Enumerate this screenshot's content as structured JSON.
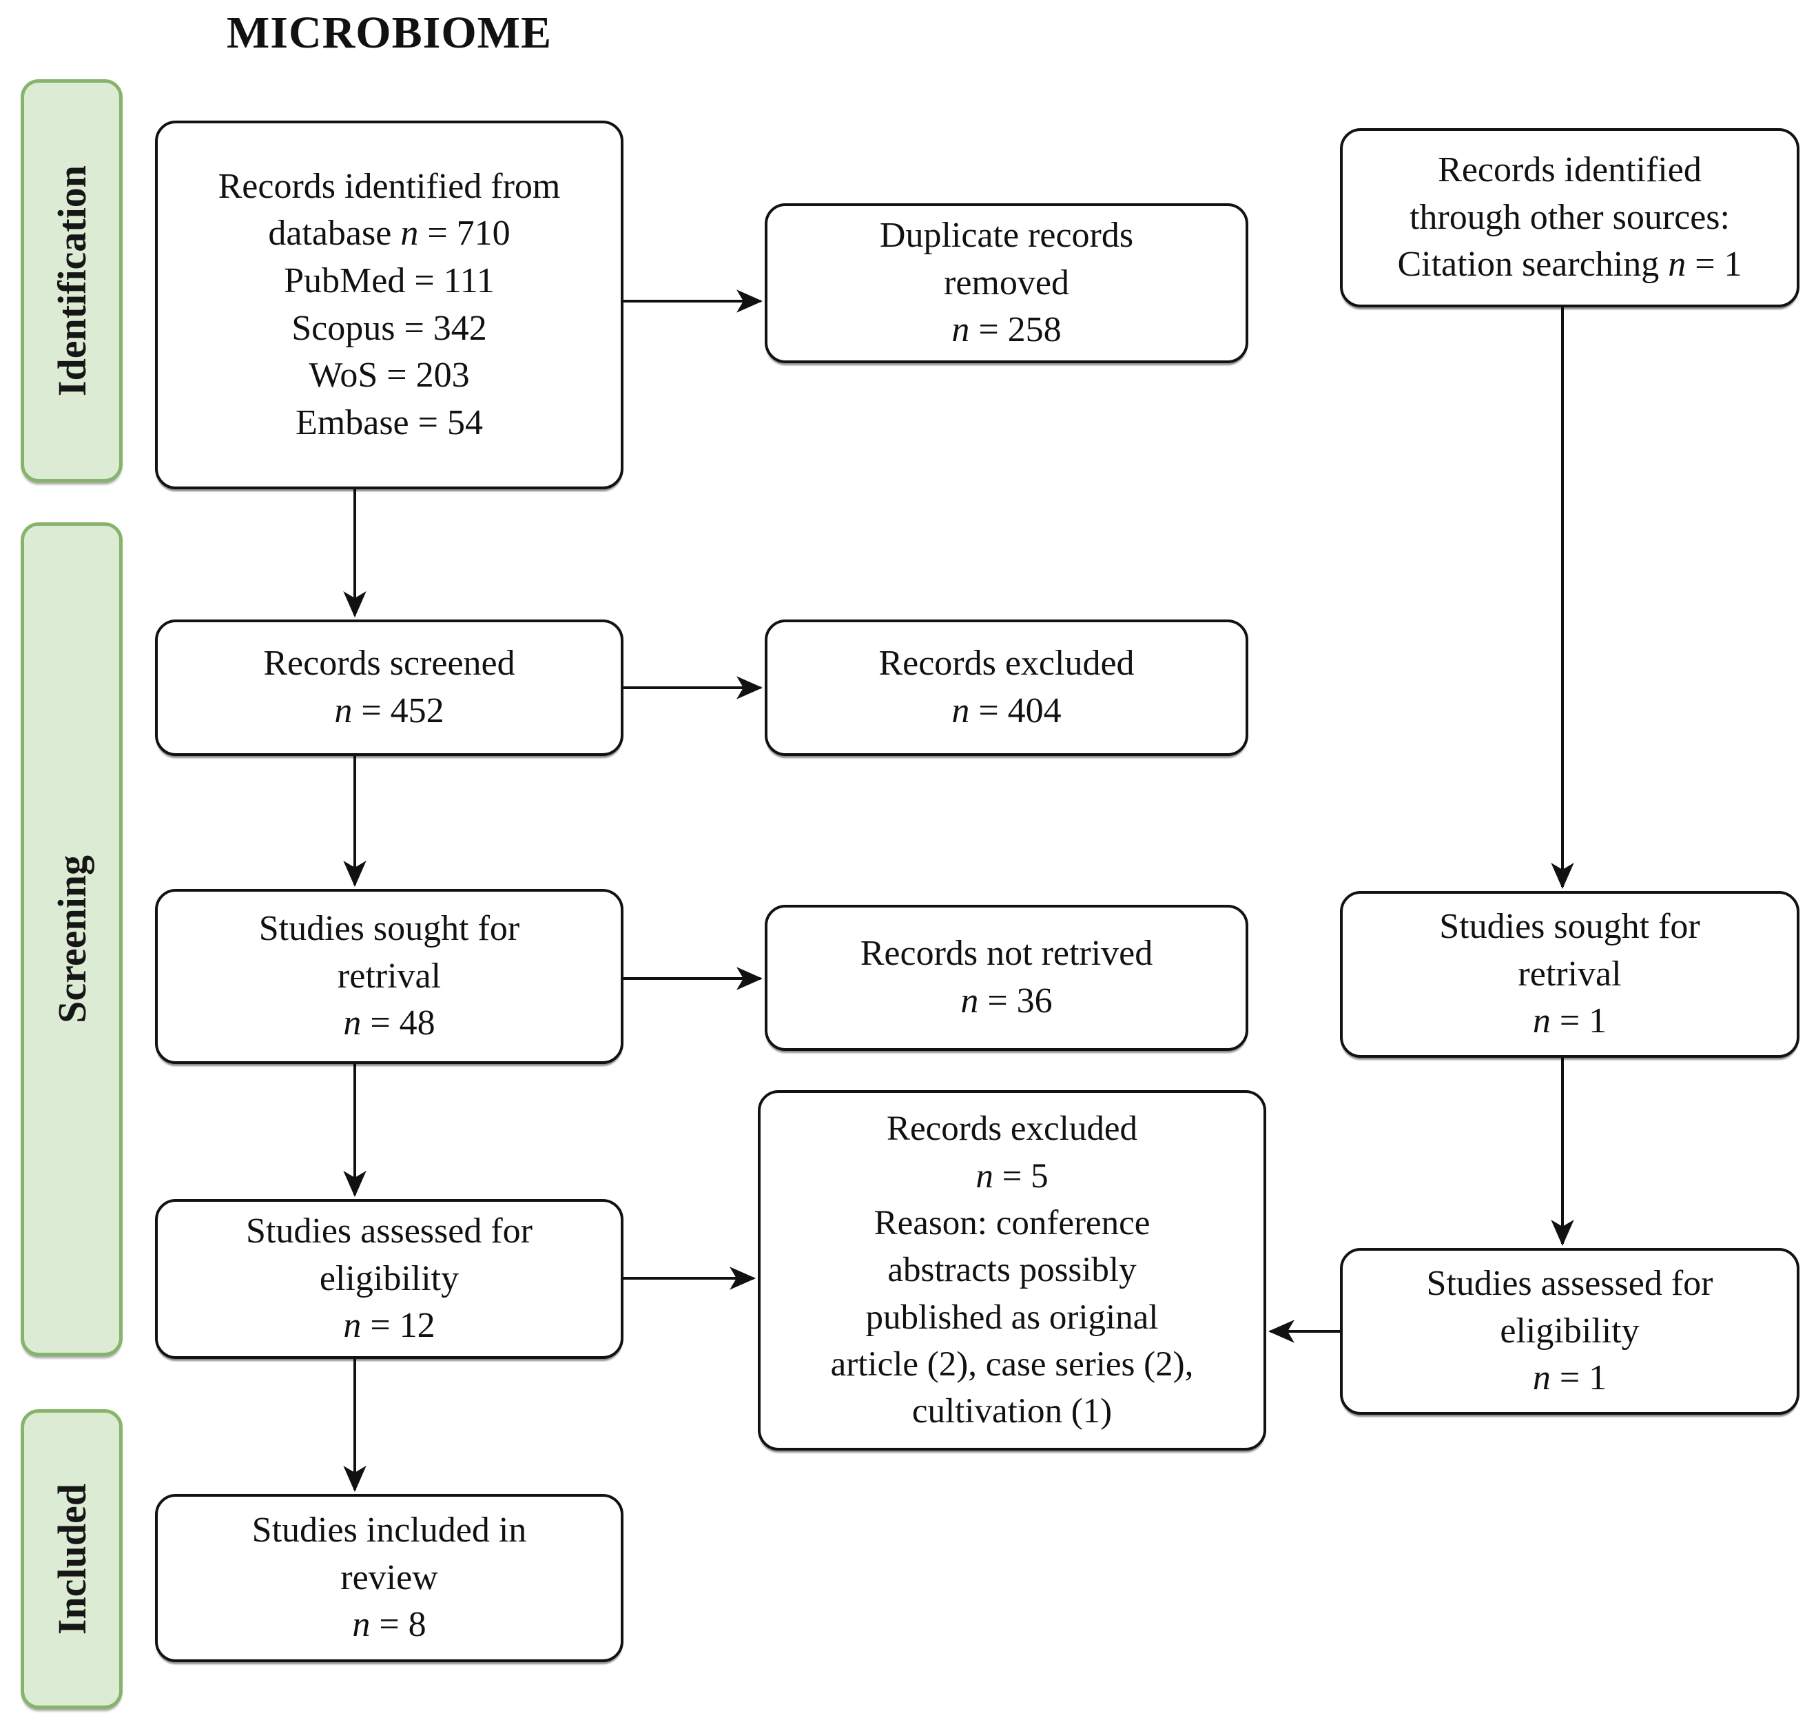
{
  "title": "MICROBIOME",
  "stages": [
    {
      "id": "identification",
      "label": "Identification"
    },
    {
      "id": "screening",
      "label": "Screening"
    },
    {
      "id": "included",
      "label": "Included"
    }
  ],
  "boxes": {
    "db_records": {
      "lines": [
        "Records identified from",
        "database n = 710",
        "PubMed = 111",
        "Scopus = 342",
        "WoS = 203",
        "Embase = 54"
      ]
    },
    "duplicates_removed": {
      "lines": [
        "Duplicate records",
        "removed",
        "n = 258"
      ]
    },
    "other_sources": {
      "lines": [
        "Records identified",
        "through other sources:",
        "Citation searching n = 1"
      ]
    },
    "records_screened": {
      "lines": [
        "Records screened",
        "n = 452"
      ]
    },
    "records_excluded": {
      "lines": [
        "Records excluded",
        "n = 404"
      ]
    },
    "sought_retrieval": {
      "lines": [
        "Studies sought for",
        "retrival",
        "n = 48"
      ]
    },
    "not_retrieved": {
      "lines": [
        "Records not retrived",
        "n = 36"
      ]
    },
    "assessed_eligibility": {
      "lines": [
        "Studies assessed for",
        "eligibility",
        "n = 12"
      ]
    },
    "excluded_reasons": {
      "lines": [
        "Records excluded",
        "n = 5",
        "Reason: conference",
        "abstracts possibly",
        "published as original",
        "article (2), case series (2),",
        "cultivation (1)"
      ]
    },
    "sought_retrieval_other": {
      "lines": [
        "Studies sought for",
        "retrival",
        "n = 1"
      ]
    },
    "assessed_eligibility_other": {
      "lines": [
        "Studies assessed for",
        "eligibility",
        "n = 1"
      ]
    },
    "included_review": {
      "lines": [
        "Studies included in",
        "review",
        "n = 8"
      ]
    }
  },
  "colors": {
    "stage_fill": "#dcecd4",
    "stage_border": "#85b46a",
    "box_border": "#121212",
    "arrow": "#111111",
    "background": "#ffffff"
  }
}
